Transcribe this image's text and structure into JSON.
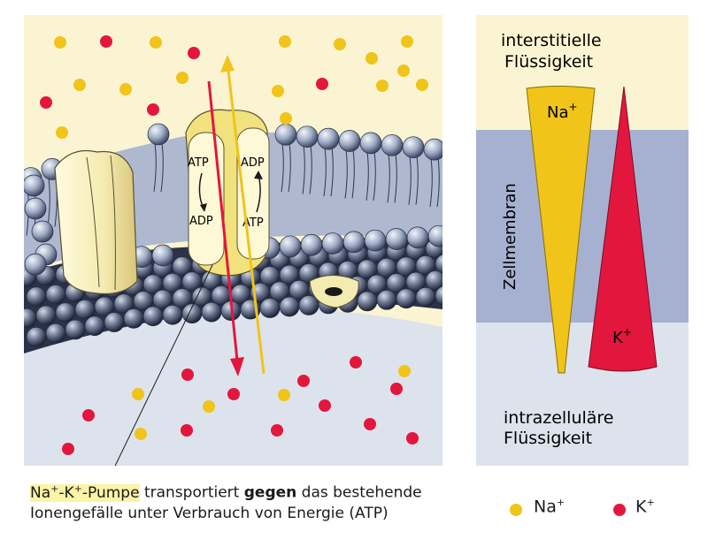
{
  "panel_right": {
    "top_label_line1": "interstitielle",
    "top_label_line2": "Flüssigkeit",
    "membrane_label": "Zellmembran",
    "bottom_label_line1": "intrazelluläre",
    "bottom_label_line2": "Flüssigkeit",
    "na_wedge_label": "Na",
    "k_wedge_label": "K",
    "charge": "+"
  },
  "pump": {
    "atp_left": "ATP",
    "adp_left": "ADP",
    "adp_right": "ADP",
    "atp_right": "ATP"
  },
  "caption": {
    "na": "Na",
    "plus1": "+",
    "dash": "-K",
    "plus2": "+",
    "pumpe": "-Pumpe",
    "text1": " transportiert ",
    "bold": "gegen",
    "text2": " das bestehende",
    "line2": "Ionengefälle unter Verbrauch von Energie (ATP)"
  },
  "legend": {
    "na": "Na",
    "k": "K",
    "plus": "+"
  },
  "colors": {
    "sodium_yellow": "#f0c419",
    "potassium_red": "#e3173e",
    "extracellular_bg": "#fbf4d2",
    "intracellular_bg": "#dde3ec",
    "membrane_band": "#a6b1d1",
    "lipid_head": "#9aa7bf",
    "protein": "#f6efb8"
  }
}
